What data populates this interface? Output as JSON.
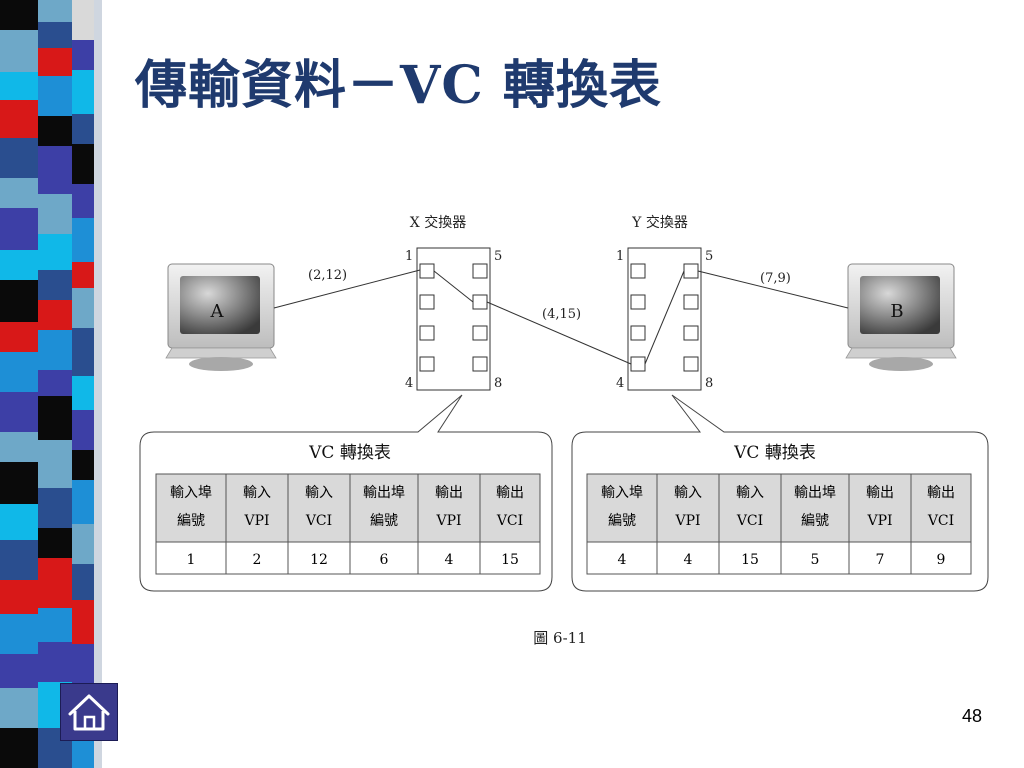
{
  "slide": {
    "title": "傳輸資料－VC 轉換表",
    "page_number": "48"
  },
  "navigation": {
    "home_icon": "house-icon"
  },
  "diagram": {
    "switch_x": {
      "label": "X 交換器",
      "port_labels": [
        "1",
        "5",
        "4",
        "8"
      ]
    },
    "switch_y": {
      "label": "Y 交換器",
      "port_labels": [
        "1",
        "5",
        "4",
        "8"
      ]
    },
    "computers": [
      {
        "label": "A",
        "icon": "monitor-icon"
      },
      {
        "label": "B",
        "icon": "monitor-icon"
      }
    ],
    "link_labels": [
      "(2,12)",
      "(4,15)",
      "(7,9)"
    ],
    "tables": [
      {
        "title": "VC  轉換表",
        "headers": [
          [
            "輸入埠",
            "編號"
          ],
          [
            "輸入",
            "VPI"
          ],
          [
            "輸入",
            "VCI"
          ],
          [
            "輸出埠",
            "編號"
          ],
          [
            "輸出",
            "VPI"
          ],
          [
            "輸出",
            "VCI"
          ]
        ],
        "row": [
          "1",
          "2",
          "12",
          "6",
          "4",
          "15"
        ]
      },
      {
        "title": "VC  轉換表",
        "headers": [
          [
            "輸入埠",
            "編號"
          ],
          [
            "輸入",
            "VPI"
          ],
          [
            "輸入",
            "VCI"
          ],
          [
            "輸出埠",
            "編號"
          ],
          [
            "輸出",
            "VPI"
          ],
          [
            "輸出",
            "VCI"
          ]
        ],
        "row": [
          "4",
          "4",
          "15",
          "5",
          "7",
          "9"
        ]
      }
    ],
    "caption": "圖 6-11"
  },
  "colors": {
    "title": "#1f3a6e",
    "header_fill": "#d9d9d9",
    "stripe": [
      "#1e8fd6",
      "#3d3fa6",
      "#0a0a0a",
      "#d81818",
      "#6ea8c8",
      "#2a4e8f",
      "#10b8e8"
    ]
  }
}
